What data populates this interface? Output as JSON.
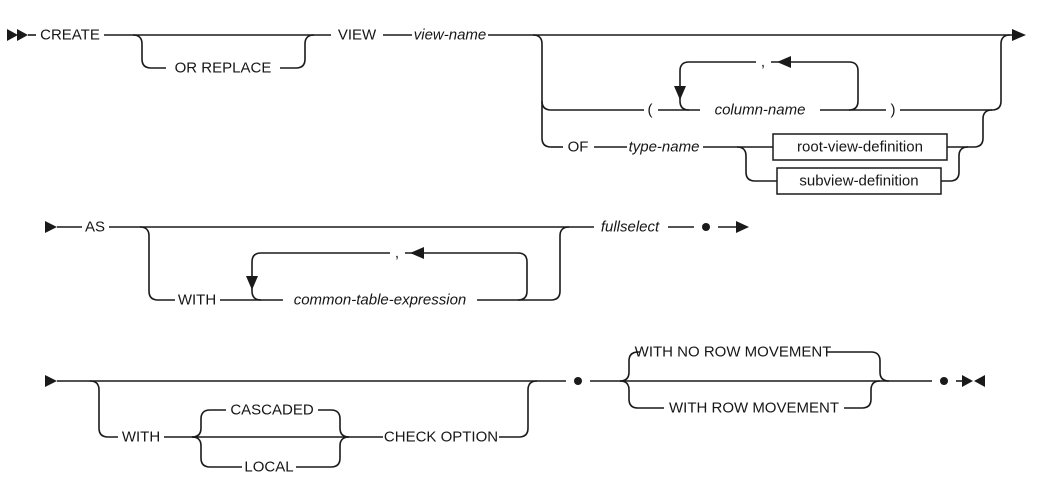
{
  "diagram": {
    "name": "create-view-statement-syntax-diagram",
    "keywords": {
      "create": "CREATE",
      "or_replace": "OR REPLACE",
      "view": "VIEW",
      "of": "OF",
      "as": "AS",
      "with_cte": "WITH",
      "with_check": "WITH",
      "cascaded": "CASCADED",
      "local": "LOCAL",
      "check_option": "CHECK OPTION",
      "with_no_row_movement": "WITH NO ROW MOVEMENT",
      "with_row_movement": "WITH ROW MOVEMENT"
    },
    "variables": {
      "view_name": "view-name",
      "column_name": "column-name",
      "type_name": "type-name",
      "common_table_expression": "common-table-expression",
      "fullselect": "fullselect"
    },
    "fragments": {
      "root_view_definition": "root-view-definition",
      "subview_definition": "subview-definition"
    },
    "punctuation": {
      "open_paren": "(",
      "close_paren": ")",
      "comma_column_loop": ",",
      "comma_cte_loop": ","
    },
    "colors": {
      "line": "#1a1a1a",
      "text": "#161616",
      "background": "#ffffff",
      "fragment_box_fill": "#ffffff"
    }
  }
}
